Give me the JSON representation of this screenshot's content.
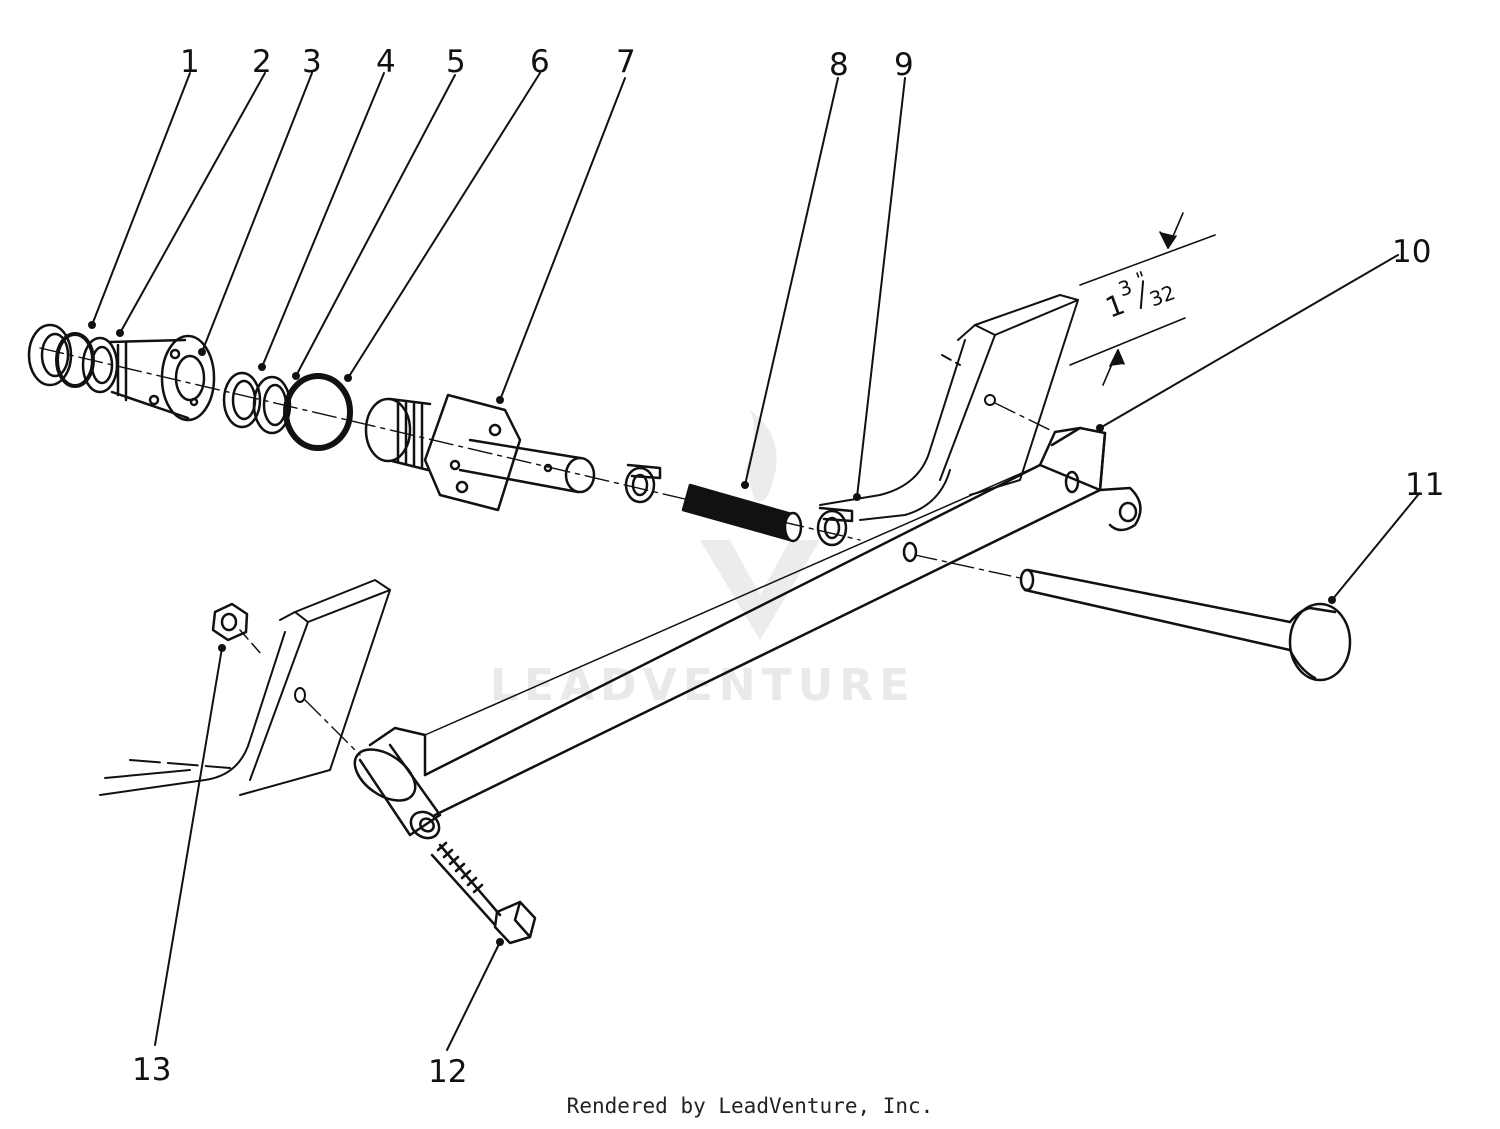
{
  "callouts": [
    {
      "id": "1",
      "label": "1"
    },
    {
      "id": "2",
      "label": "2"
    },
    {
      "id": "3",
      "label": "3"
    },
    {
      "id": "4",
      "label": "4"
    },
    {
      "id": "5",
      "label": "5"
    },
    {
      "id": "6",
      "label": "6"
    },
    {
      "id": "7",
      "label": "7"
    },
    {
      "id": "8",
      "label": "8"
    },
    {
      "id": "9",
      "label": "9"
    },
    {
      "id": "10",
      "label": "10"
    },
    {
      "id": "11",
      "label": "11"
    },
    {
      "id": "12",
      "label": "12"
    },
    {
      "id": "13",
      "label": "13"
    }
  ],
  "dimension": {
    "whole": "1",
    "numerator": "3",
    "denominator": "32",
    "unit": "\""
  },
  "watermark": {
    "text": "LEADVENTURE"
  },
  "footer": {
    "text": "Rendered by LeadVenture, Inc."
  }
}
